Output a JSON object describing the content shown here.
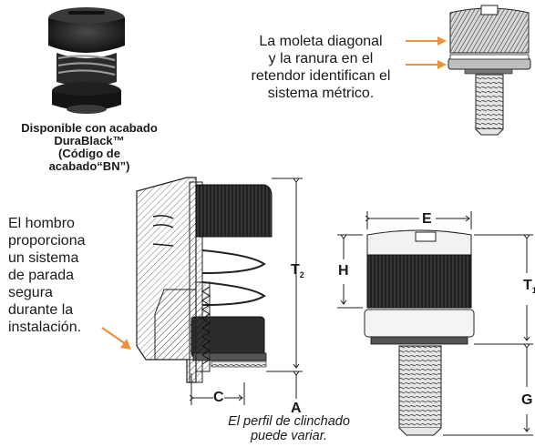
{
  "top_left_caption": {
    "line1": "Disponible con acabado",
    "line2": "DuraBlack™",
    "line3": "(Código de acabado“BN”)"
  },
  "top_right_note": {
    "line1": "La moleta diagonal",
    "line2": "y la ranura en el",
    "line3": "retendor identifican el",
    "line4": "sistema métrico."
  },
  "left_note": {
    "line1": "El hombro",
    "line2": "proporciona",
    "line3": "un sistema",
    "line4": "de parada",
    "line5": "segura",
    "line6": "durante la",
    "line7": "instalación."
  },
  "bottom_note": {
    "line1": "El perfil de clinchado",
    "line2": "puede variar."
  },
  "dimensions": {
    "T2": "T",
    "T2_sub": "2",
    "T1": "T",
    "T1_sub": "1",
    "H": "H",
    "E": "E",
    "G": "G",
    "A": "A",
    "C": "C"
  },
  "colors": {
    "arrow": "#e8923a",
    "metal": "#c9c9c9",
    "dark": "#1c1c1c"
  }
}
